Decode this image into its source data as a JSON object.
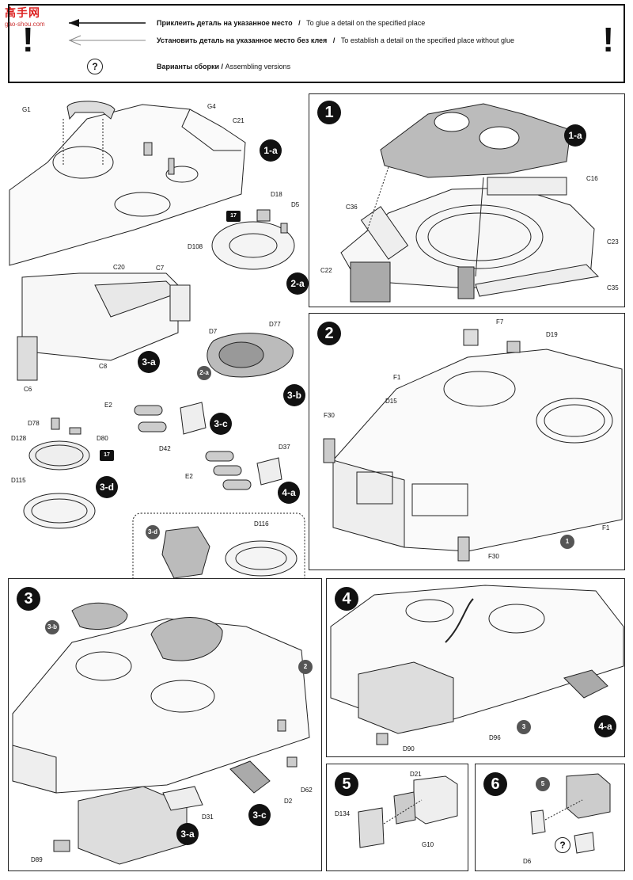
{
  "logo": {
    "text": "高手网",
    "sub": "gao-shou.com"
  },
  "legend": {
    "glue_ru": "Приклеить деталь на указанное место",
    "glue_sep": "/",
    "glue_en": "To glue a detail on the specified place",
    "noglue_ru": "Установить деталь на указанное место без клея",
    "noglue_sep": "/",
    "noglue_en": "To establish a detail on the specified place without glue",
    "versions_ru": "Варианты сборки /",
    "versions_en": "Assembling versions",
    "warn": "!",
    "q": "?"
  },
  "steps": {
    "s1": "1",
    "s2": "2",
    "s3": "3",
    "s4": "4",
    "s5": "5",
    "s6": "6"
  },
  "sub": {
    "a1": "1-a",
    "a2": "2-a",
    "a3": "3-a",
    "b3": "3-b",
    "c3": "3-c",
    "d3": "3-d",
    "a4": "4-a"
  },
  "labels": {
    "G1": "G1",
    "G4": "G4",
    "C21": "C21",
    "D18": "D18",
    "D5": "D5",
    "D108": "D108",
    "star17": "17",
    "C20": "C20",
    "C7": "C7",
    "C8": "C8",
    "C6": "C6",
    "D7": "D7",
    "D77": "D77",
    "E2": "E2",
    "D42": "D42",
    "D78": "D78",
    "D80": "D80",
    "D128": "D128",
    "D115": "D115",
    "D37": "D37",
    "D116": "D116",
    "C16": "C16",
    "C36": "C36",
    "C23": "C23",
    "C22": "C22",
    "C35": "C35",
    "F7": "F7",
    "D19": "D19",
    "F1": "F1",
    "D15": "D15",
    "F30": "F30",
    "D31": "D31",
    "D89": "D89",
    "D2": "D2",
    "D62": "D62",
    "D96": "D96",
    "D90": "D90",
    "D21": "D21",
    "D134": "D134",
    "G10": "G10",
    "D6": "D6"
  },
  "refs": {
    "r1": "1",
    "r2": "2",
    "r3": "3",
    "r5": "5"
  }
}
